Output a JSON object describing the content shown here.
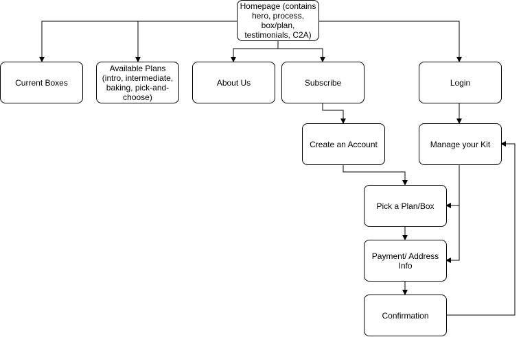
{
  "diagram": {
    "nodes": {
      "homepage": "Homepage (contains hero, process, box/plan, testimonials, C2A)",
      "current_boxes": "Current Boxes",
      "available_plans": "Available Plans (intro, intermediate, baking, pick-and-choose)",
      "about_us": "About Us",
      "subscribe": "Subscribe",
      "login": "Login",
      "create_account": "Create an Account",
      "manage_kit": "Manage your Kit",
      "pick_plan": "Pick a Plan/Box",
      "payment": "Payment/ Address Info",
      "confirmation": "Confirmation"
    },
    "edges": [
      {
        "from": "homepage",
        "to": "current_boxes"
      },
      {
        "from": "homepage",
        "to": "available_plans"
      },
      {
        "from": "homepage",
        "to": "about_us"
      },
      {
        "from": "homepage",
        "to": "subscribe"
      },
      {
        "from": "homepage",
        "to": "login"
      },
      {
        "from": "subscribe",
        "to": "create_account"
      },
      {
        "from": "create_account",
        "to": "pick_plan"
      },
      {
        "from": "login",
        "to": "manage_kit"
      },
      {
        "from": "manage_kit",
        "to": "pick_plan"
      },
      {
        "from": "manage_kit",
        "to": "payment"
      },
      {
        "from": "pick_plan",
        "to": "payment"
      },
      {
        "from": "payment",
        "to": "confirmation"
      },
      {
        "from": "confirmation",
        "to": "manage_kit"
      }
    ]
  }
}
